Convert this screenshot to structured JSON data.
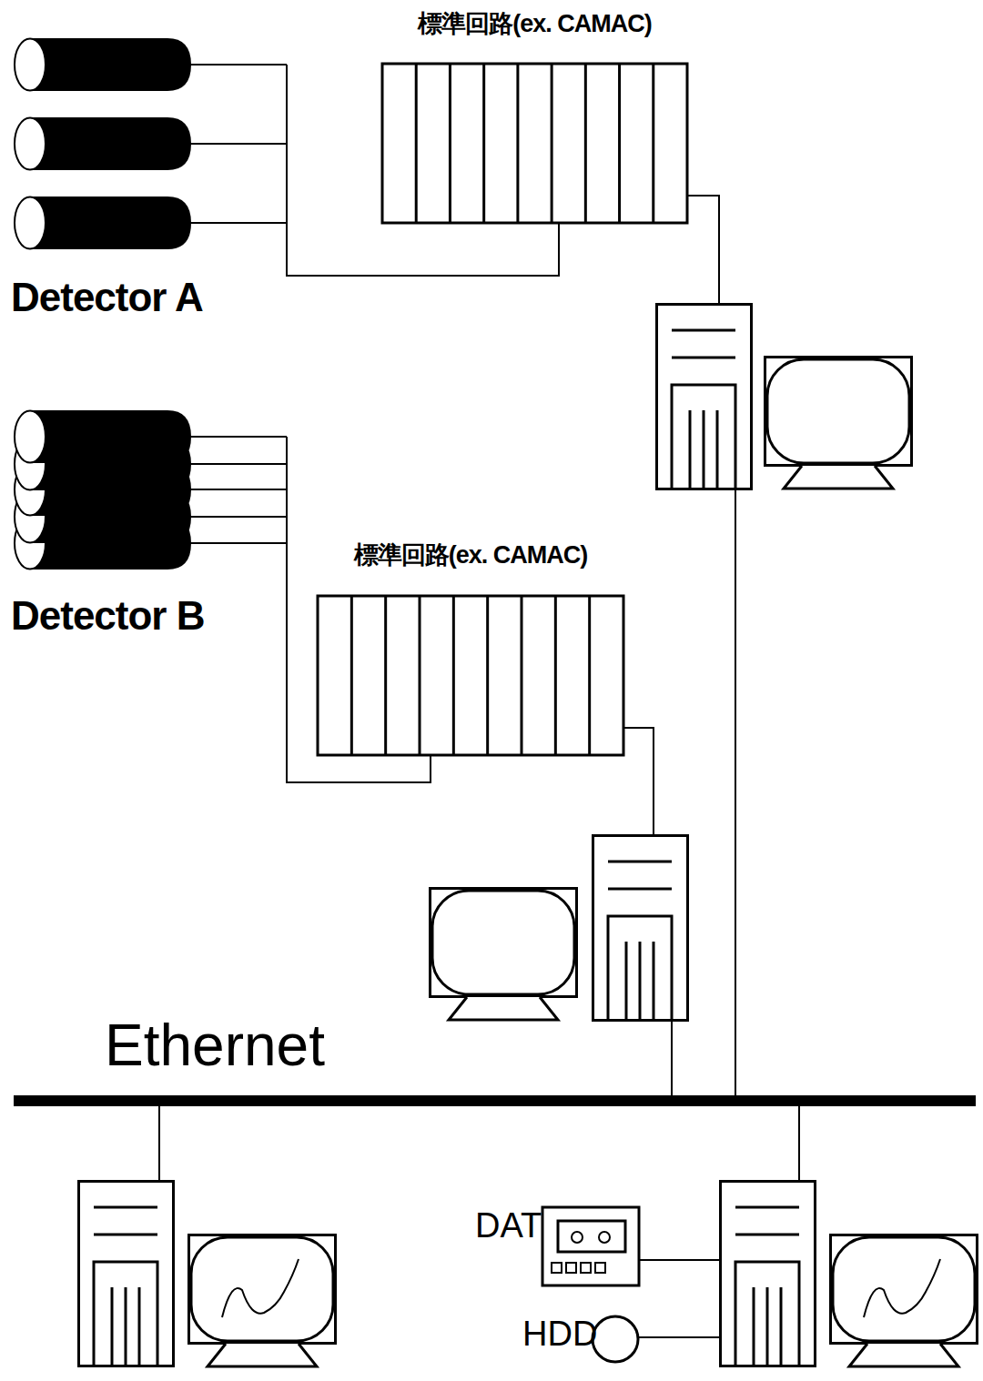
{
  "diagram": {
    "nodes": [
      {
        "text": [
          "Detector A"
        ]
      },
      {
        "text": [
          "標準回路(ex. CAMAC)"
        ]
      },
      {
        "text": [
          "Detector B"
        ]
      },
      {
        "text": [
          "標準回路(ex. CAMAC)"
        ]
      },
      {
        "text": [
          "Ethernet"
        ]
      },
      {
        "text": [
          "DAT"
        ]
      },
      {
        "text": [
          "HDD"
        ]
      }
    ],
    "edges": [
      {
        "from": 0,
        "to": 1,
        "arrow": "none"
      },
      {
        "from": 2,
        "to": 3,
        "arrow": "none"
      }
    ]
  }
}
